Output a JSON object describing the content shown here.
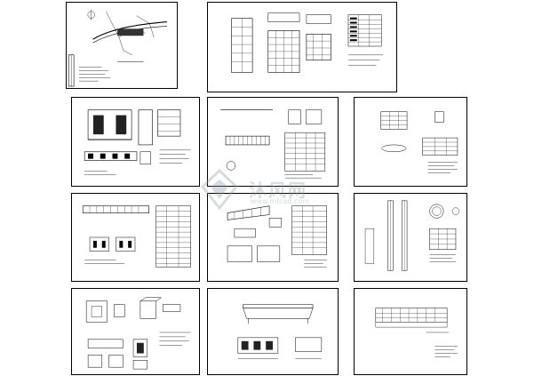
{
  "watermark": {
    "title": "沐风网",
    "subtitle": "www.mfcad.com"
  },
  "sheets": [
    {
      "id": "sheet-site-plan"
    },
    {
      "id": "sheet-abutment-detail"
    },
    {
      "id": "sheet-pier-elevation"
    },
    {
      "id": "sheet-beam-reinforcement"
    },
    {
      "id": "sheet-column-detail"
    },
    {
      "id": "sheet-deck-layout"
    },
    {
      "id": "sheet-girder-section"
    },
    {
      "id": "sheet-pile-detail"
    },
    {
      "id": "sheet-foundation-detail"
    },
    {
      "id": "sheet-bridge-elevation"
    },
    {
      "id": "sheet-railing-detail"
    }
  ]
}
